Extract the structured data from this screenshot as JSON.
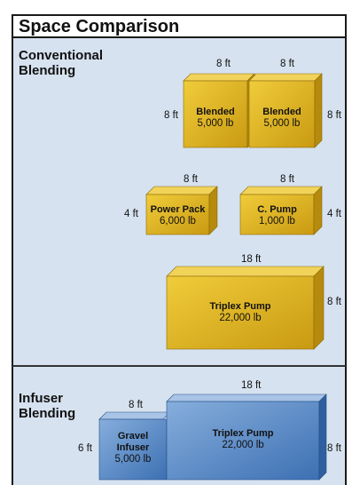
{
  "title": "Space Comparison",
  "conventional": {
    "label_line1": "Conventional",
    "label_line2": "Blending",
    "blended_1": {
      "name": "Blended",
      "weight": "5,000 lb",
      "top_dim": "8 ft",
      "side_dim": "8 ft"
    },
    "blended_2": {
      "name": "Blended",
      "weight": "5,000 lb",
      "top_dim": "8 ft",
      "side_dim": "8 ft"
    },
    "power_pack": {
      "name": "Power Pack",
      "weight": "6,000 lb",
      "top_dim": "8 ft",
      "side_dim": "4 ft"
    },
    "c_pump": {
      "name": "C. Pump",
      "weight": "1,000 lb",
      "top_dim": "8 ft",
      "side_dim": "4 ft"
    },
    "triplex": {
      "name": "Triplex Pump",
      "weight": "22,000 lb",
      "top_dim": "18 ft",
      "side_dim": "8 ft"
    }
  },
  "infuser": {
    "label_line1": "Infuser",
    "label_line2": "Blending",
    "gravel": {
      "name_line1": "Gravel",
      "name_line2": "Infuser",
      "weight": "5,000 lb",
      "top_dim": "8 ft",
      "side_dim": "6 ft"
    },
    "triplex": {
      "name": "Triplex Pump",
      "weight": "22,000 lb",
      "top_dim": "18 ft",
      "side_dim": "8 ft"
    }
  },
  "colors": {
    "panel_bg": "#d6e2ef",
    "gold_face": "#e2b621",
    "gold_top": "#f1d35a",
    "gold_side": "#b68a0c",
    "blue_face": "#5d8fc9",
    "blue_top": "#a9c4e6",
    "blue_side": "#2f5f9e"
  }
}
